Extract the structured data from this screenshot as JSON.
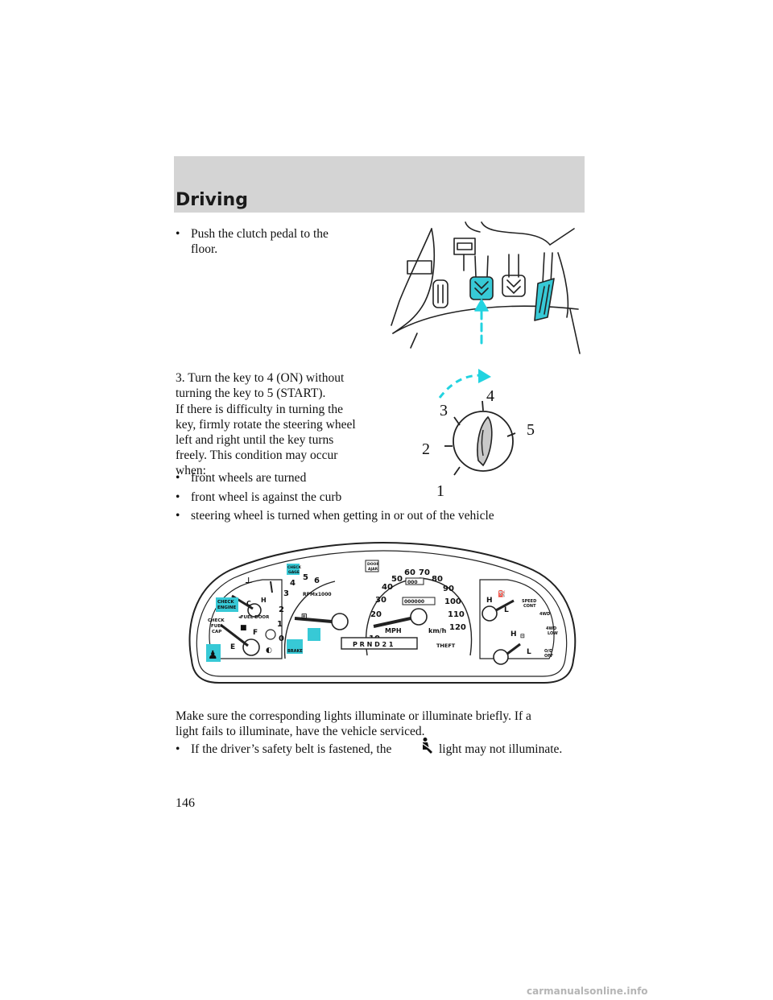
{
  "header": {
    "title": "Driving"
  },
  "clutch_step": {
    "bullet": "•",
    "line1": "Push the clutch pedal to the",
    "line2": "floor."
  },
  "key_step": {
    "line1": "3. Turn the key to 4 (ON) without",
    "line2": "turning the key to 5 (START)."
  },
  "difficulty": {
    "lines": [
      "If there is difficulty in turning the",
      "key, firmly rotate the steering wheel",
      "left and right until the key turns",
      "freely. This condition may occur",
      "when:"
    ]
  },
  "conditions": [
    {
      "bullet": "•",
      "text": "front wheels are turned"
    },
    {
      "bullet": "•",
      "text": "front wheel is against the curb"
    },
    {
      "bullet": "•",
      "text": "steering wheel is turned when getting in or out of the vehicle"
    }
  ],
  "ignition_figure": {
    "positions": [
      "1",
      "2",
      "3",
      "4",
      "5"
    ],
    "colors": {
      "arrow": "#22d3e0",
      "key": "#c9c9c9"
    }
  },
  "pedal_figure": {
    "colors": {
      "highlight": "#37c9d6",
      "arrow": "#22d3e0"
    }
  },
  "cluster_figure": {
    "tach_label": "RPMx1000",
    "tach_ticks": [
      "0",
      "1",
      "2",
      "3",
      "4",
      "5",
      "6"
    ],
    "speed_ticks": [
      "10",
      "20",
      "30",
      "40",
      "50",
      "60",
      "70",
      "80",
      "90",
      "100",
      "110",
      "120"
    ],
    "speed_unit_left": "MPH",
    "speed_unit_right": "km/h",
    "odometer": "000000",
    "trip": "000",
    "prnd": "P R N D 2 1",
    "fuel": {
      "empty": "E",
      "full": "F"
    },
    "temp": {
      "cold": "C",
      "hot": "H"
    },
    "oil": {
      "high": "H",
      "low": "L"
    },
    "volt": {
      "high": "H",
      "low": "L"
    },
    "labels": {
      "check_engine_1": "CHECK",
      "check_engine_2": "ENGINE",
      "check_fuel_cap_1": "CHECK",
      "check_fuel_cap_2": "FUEL",
      "check_fuel_cap_3": "CAP",
      "fuel_door": "◂FUEL DOOR",
      "check_gage_1": "CHECK",
      "check_gage_2": "GAGE",
      "door_ajar_1": "DOOR",
      "door_ajar_2": "AJAR",
      "brake": "BRAKE",
      "theft": "THEFT",
      "speed_cont_1": "SPEED",
      "speed_cont_2": "CONT",
      "four_wd": "4WD",
      "four_wd_low_1": "4WD",
      "four_wd_low_2": "LOW",
      "od_off_1": "O/D",
      "od_off_2": "OFF"
    },
    "colors": {
      "highlight": "#37c9d6"
    }
  },
  "illuminate": {
    "line1": "Make sure the corresponding lights illuminate or illuminate briefly. If a",
    "line2": "light fails to illuminate, have the vehicle serviced."
  },
  "belt_note": {
    "bullet": "•",
    "text_before": "If the driver’s safety belt is fastened, the",
    "text_after": "light may not illuminate.",
    "icon": "safety-belt-icon"
  },
  "page_number": "146",
  "watermark": "carmanualsonline.info"
}
